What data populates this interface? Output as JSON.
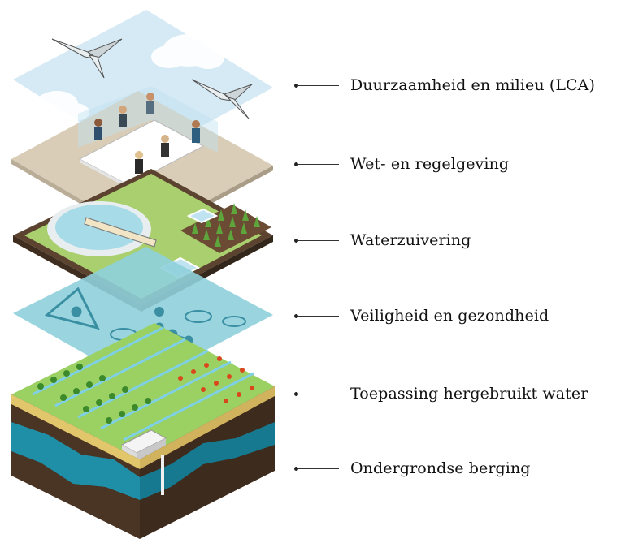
{
  "layers": [
    {
      "id": "sky",
      "label": "Duurzaamheid en milieu (LCA)"
    },
    {
      "id": "meeting",
      "label": "Wet- en regelgeving"
    },
    {
      "id": "treatment",
      "label": "Waterzuivering"
    },
    {
      "id": "safety",
      "label": "Veiligheid en gezondheid"
    },
    {
      "id": "fields",
      "label": "Toepassing hergebruikt water"
    },
    {
      "id": "underground",
      "label": "Ondergrondse berging"
    }
  ],
  "colors": {
    "sky": "#cfe6f3",
    "meeting_floor": "#d9cdb8",
    "treatment_grass": "#a9cf6e",
    "treatment_soil": "#5b4330",
    "safety": "#8fd0dc",
    "field_green": "#7cbf45",
    "soil_dark": "#4a3424",
    "sand": "#e2c66b",
    "groundwater": "#1f8fa8"
  }
}
